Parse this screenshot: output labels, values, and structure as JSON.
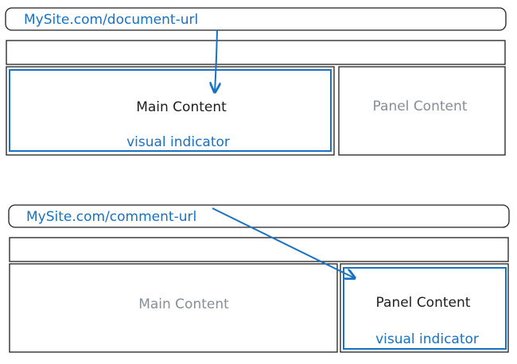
{
  "colors": {
    "accent": "#1971c2",
    "text": "#1e1e1e",
    "muted": "#868e96"
  },
  "scenario_document": {
    "url": "MySite.com/document-url",
    "main_label": "Main Content",
    "panel_label": "Panel Content",
    "indicator_label": "visual indicator",
    "highlighted": "main"
  },
  "scenario_comment": {
    "url": "MySite.com/comment-url",
    "main_label": "Main Content",
    "panel_label": "Panel Content",
    "indicator_label": "visual indicator",
    "highlighted": "panel"
  }
}
